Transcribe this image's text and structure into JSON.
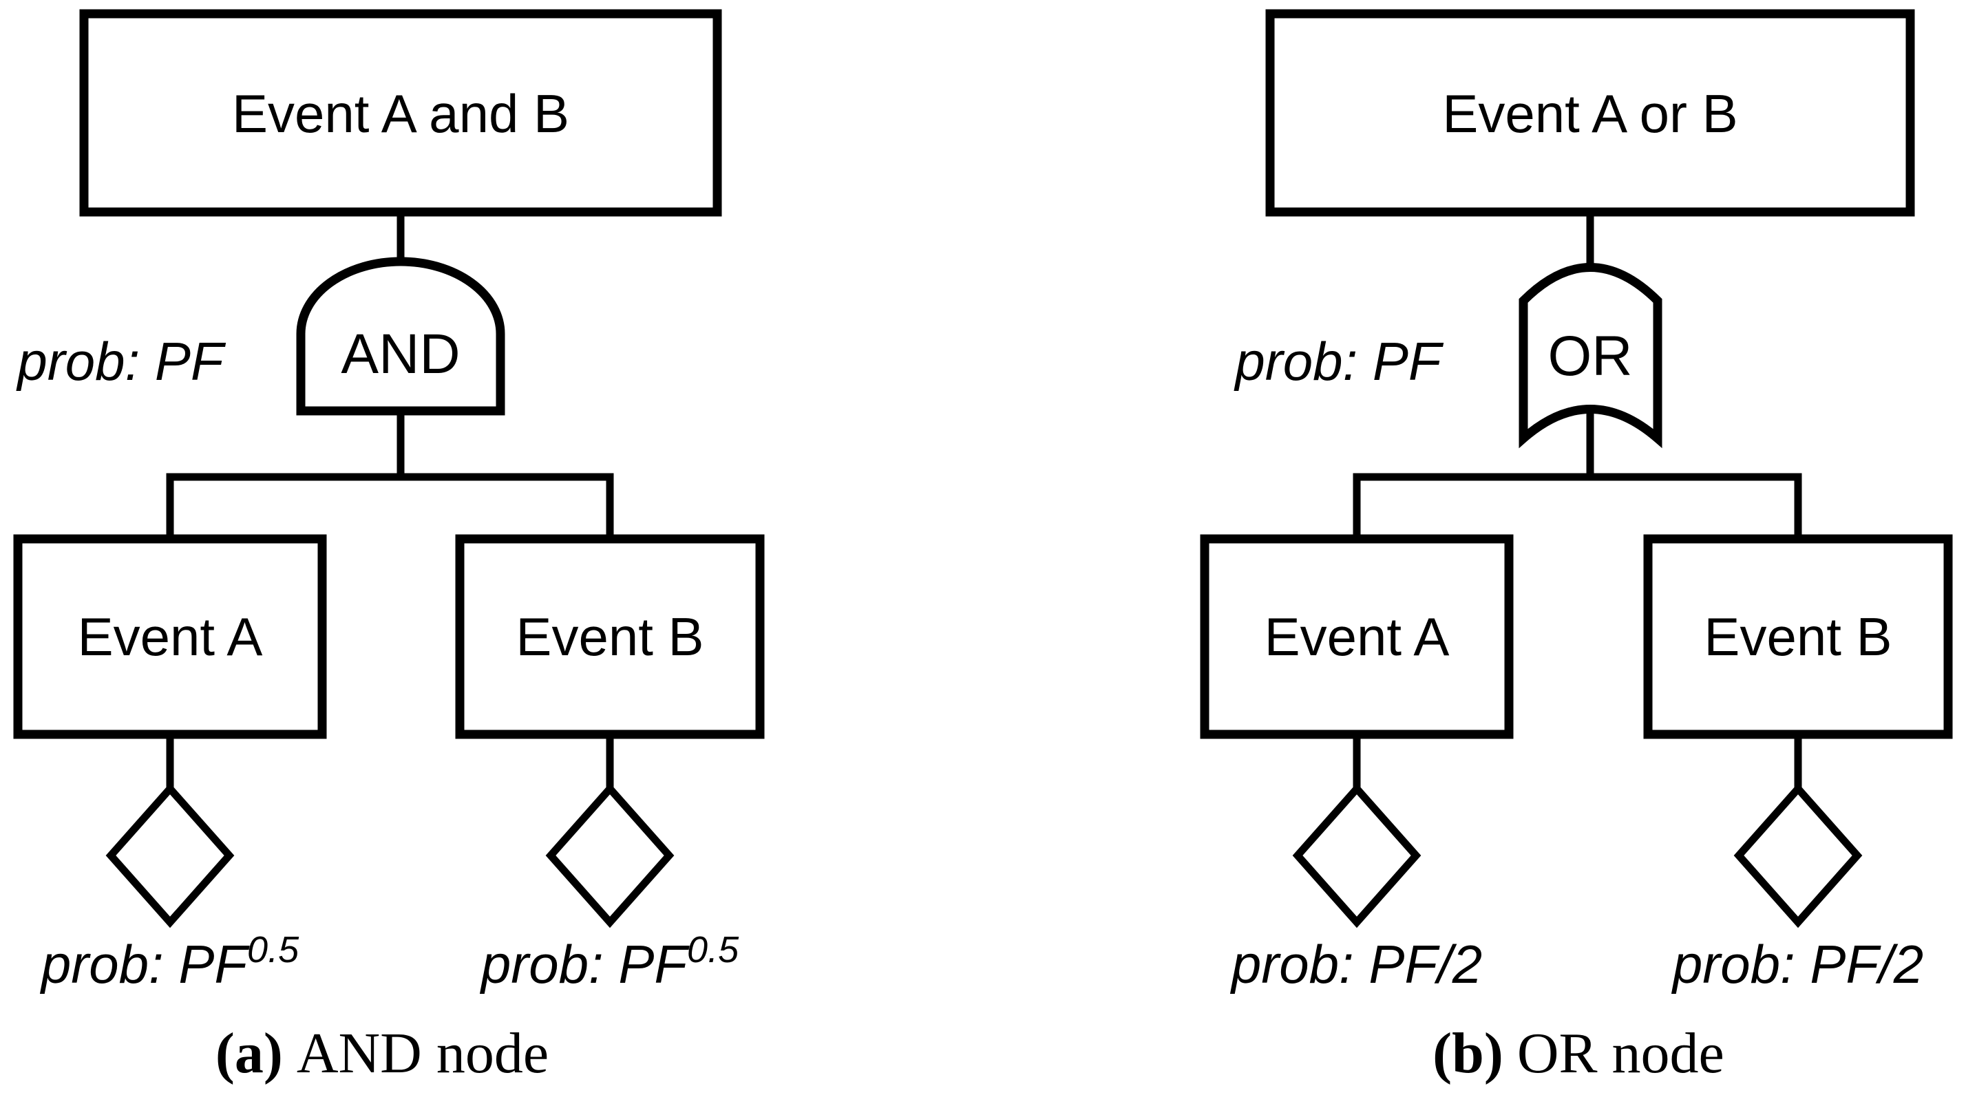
{
  "figure": {
    "background": "#ffffff",
    "stroke_color": "#000000",
    "panels": [
      {
        "top_event": "Event A and B",
        "gate_type": "AND",
        "gate_label": "AND",
        "gate_prob": "prob: PF",
        "children": [
          {
            "label": "Event A",
            "prob_base": "prob: PF",
            "prob_sup": "0.5"
          },
          {
            "label": "Event B",
            "prob_base": "prob: PF",
            "prob_sup": "0.5"
          }
        ],
        "caption_prefix": "(a)",
        "caption": "AND node"
      },
      {
        "top_event": "Event A or B",
        "gate_type": "OR",
        "gate_label": "OR",
        "gate_prob": "prob: PF",
        "children": [
          {
            "label": "Event A",
            "prob_base": "prob: PF/2",
            "prob_sup": ""
          },
          {
            "label": "Event B",
            "prob_base": "prob: PF/2",
            "prob_sup": ""
          }
        ],
        "caption_prefix": "(b)",
        "caption": "OR node"
      }
    ]
  }
}
